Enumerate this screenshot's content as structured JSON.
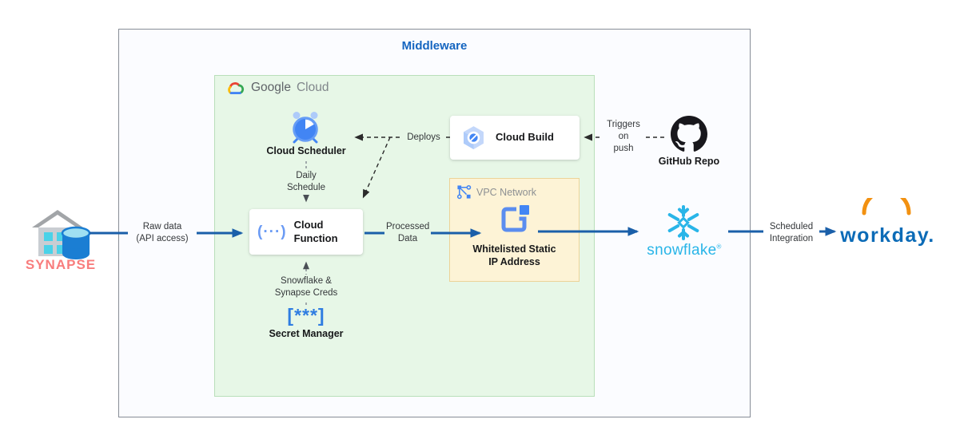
{
  "colors": {
    "middleware_title": "#1565c0",
    "arrow_blue": "#1a5fa9",
    "google_cloud_box_fill": "#e7f7e7",
    "google_cloud_box_border": "#b9dfba",
    "vpc_box_fill": "#fdf3d6",
    "vpc_box_border": "#ecd398",
    "synapse_label": "#f87d7d",
    "snowflake_blue": "#29b5e8",
    "workday_blue": "#0b6bb7",
    "workday_orange": "#f29111",
    "gcp_icon_blue": "#4285f4"
  },
  "middleware": {
    "title": "Middleware"
  },
  "google_cloud": {
    "word1": "Google",
    "word2": "Cloud"
  },
  "nodes": {
    "synapse": "SYNAPSE",
    "cloud_scheduler": "Cloud Scheduler",
    "cloud_build": "Cloud Build",
    "cloud_function": "Cloud\nFunction",
    "secret_manager": "Secret Manager",
    "vpc_network": "VPC Network",
    "whitelisted_ip": "Whitelisted Static\nIP Address",
    "github": "GitHub Repo",
    "snowflake": "snowflake",
    "snowflake_reg": "®",
    "workday": "workday."
  },
  "edge_labels": {
    "raw_data": "Raw data\n(API access)",
    "daily_schedule": "Daily\nSchedule",
    "creds": "Snowflake &\nSynapse Creds",
    "deploys": "Deploys",
    "processed_data": "Processed\nData",
    "triggers": "Triggers\non\npush",
    "scheduled_integration": "Scheduled\nIntegration"
  },
  "icons": {
    "secret_manager_glyph": "[***]",
    "cloud_function_glyph": "(···)"
  }
}
